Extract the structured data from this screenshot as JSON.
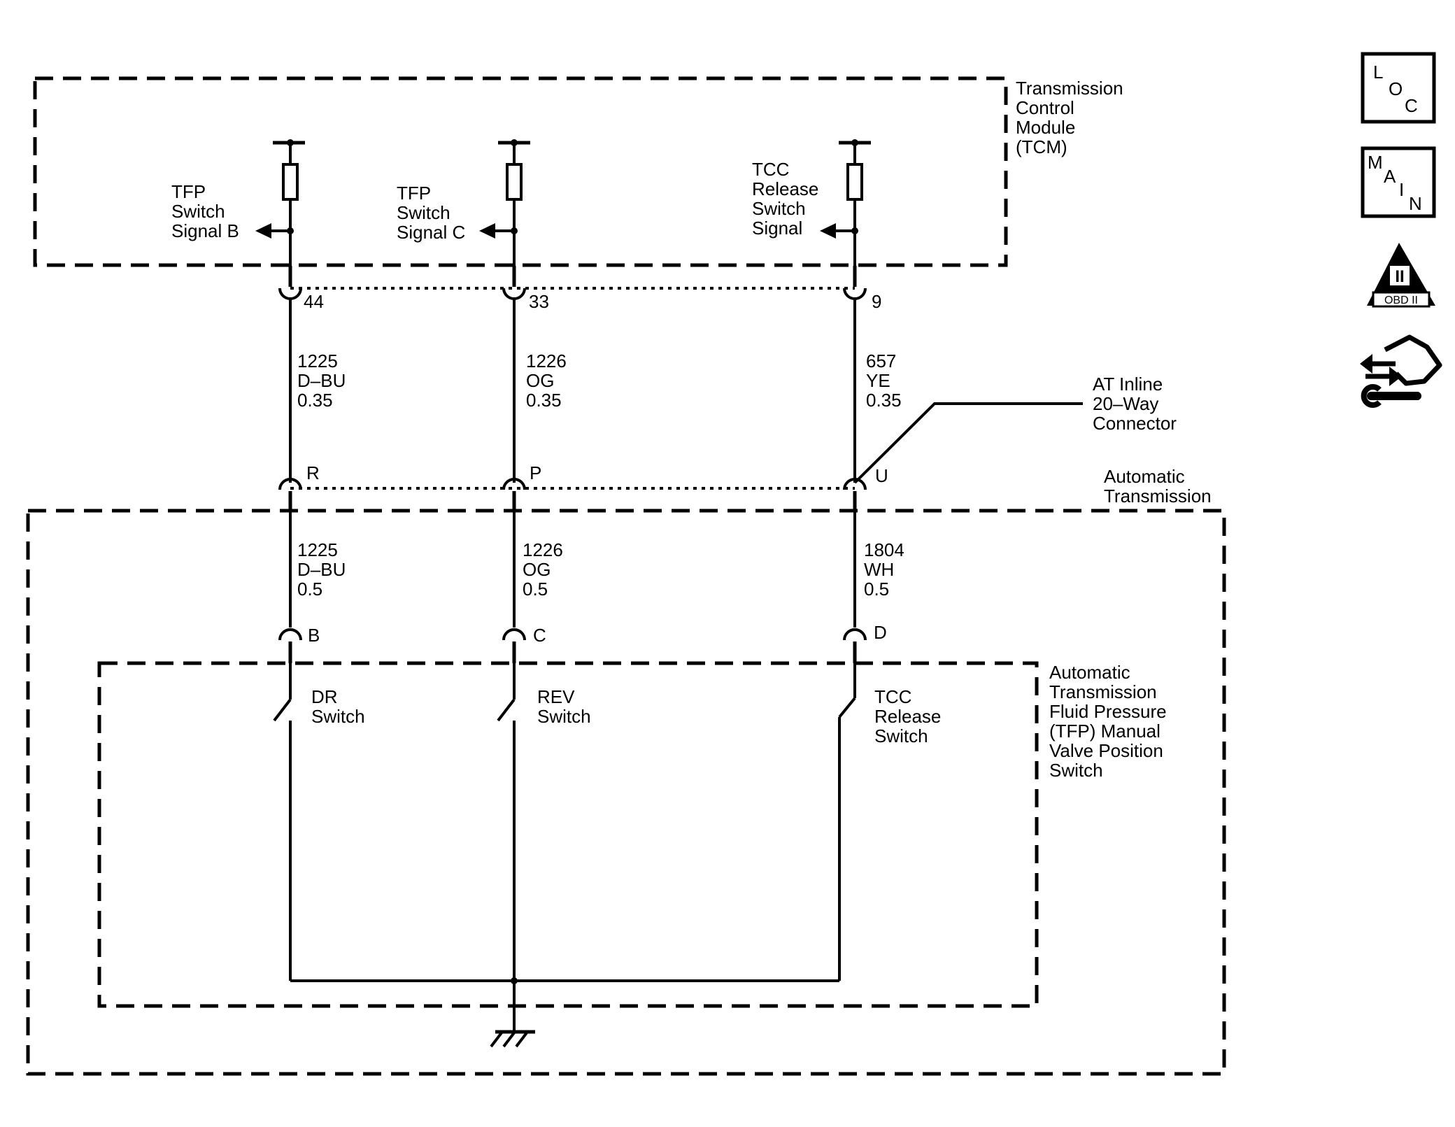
{
  "modules": {
    "tcm": {
      "lines": [
        "Transmission",
        "Control",
        "Module",
        "(TCM)"
      ]
    },
    "automatic_transmission": {
      "lines": [
        "Automatic",
        "Transmission"
      ]
    },
    "tfp_switch": {
      "lines": [
        "Automatic",
        "Transmission",
        "Fluid Pressure",
        "(TFP) Manual",
        "Valve Position",
        "Switch"
      ]
    }
  },
  "connector": {
    "lines": [
      "AT Inline",
      "20–Way",
      "Connector"
    ]
  },
  "signals": [
    {
      "lines": [
        "TFP",
        "Switch",
        "Signal B"
      ]
    },
    {
      "lines": [
        "TFP",
        "Switch",
        "Signal C"
      ]
    },
    {
      "lines": [
        "TCC",
        "Release",
        "Switch",
        "Signal"
      ]
    }
  ],
  "tcm_pins": [
    "44",
    "33",
    "9"
  ],
  "inline_pins": [
    "R",
    "P",
    "U"
  ],
  "switch_pins": [
    "B",
    "C",
    "D"
  ],
  "upper_wires": [
    {
      "circuit": "1225",
      "color": "D–BU",
      "size": "0.35"
    },
    {
      "circuit": "1226",
      "color": "OG",
      "size": "0.35"
    },
    {
      "circuit": "657",
      "color": "YE",
      "size": "0.35"
    }
  ],
  "lower_wires": [
    {
      "circuit": "1225",
      "color": "D–BU",
      "size": "0.5"
    },
    {
      "circuit": "1226",
      "color": "OG",
      "size": "0.5"
    },
    {
      "circuit": "1804",
      "color": "WH",
      "size": "0.5"
    }
  ],
  "switches": [
    {
      "lines": [
        "DR",
        "Switch"
      ]
    },
    {
      "lines": [
        "REV",
        "Switch"
      ]
    },
    {
      "lines": [
        "TCC",
        "Release",
        "Switch"
      ]
    }
  ],
  "nav": {
    "loc": {
      "letters": [
        "L",
        "O",
        "C"
      ],
      "icon": "loc-icon"
    },
    "main": {
      "letters": [
        "M",
        "A",
        "I",
        "N"
      ],
      "icon": "main-icon"
    },
    "obd": {
      "numeral": "II",
      "label": "OBD II",
      "icon": "obd-ii-icon"
    },
    "service": {
      "icon": "connector-service-icon"
    }
  }
}
